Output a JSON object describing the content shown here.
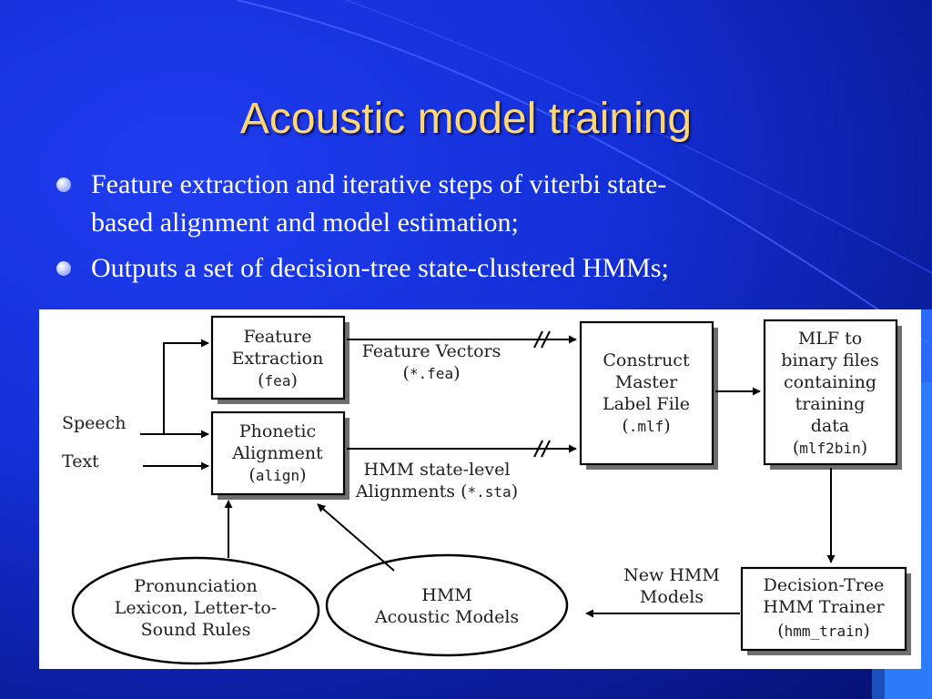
{
  "slide": {
    "title": "Acoustic model training",
    "bullets": [
      {
        "line1": "Feature extraction and iterative steps of viterbi state-",
        "line2": "based alignment and model estimation;"
      },
      {
        "line1": "Outputs a set of  decision-tree state-clustered HMMs;"
      }
    ],
    "colors": {
      "title": "#ffd773",
      "background": "#1430d8",
      "bullet_text": "#ffffff"
    }
  },
  "diagram": {
    "inputs": {
      "speech": "Speech",
      "text": "Text"
    },
    "feature_extraction": {
      "line1": "Feature",
      "line2": "Extraction",
      "open": "(",
      "code": "fea",
      "close": ")"
    },
    "phonetic_alignment": {
      "line1": "Phonetic",
      "line2": "Alignment",
      "open": "(",
      "code": "align",
      "close": ")"
    },
    "feature_vectors": {
      "line1": "Feature Vectors",
      "open": "(",
      "code": "*.fea",
      "close": ")"
    },
    "state_alignments": {
      "line1": "HMM state-level",
      "line2": "Alignments ",
      "open": "(",
      "code": "*.sta",
      "close": ")"
    },
    "master_label": {
      "line1": "Construct",
      "line2": "Master",
      "line3": "Label File",
      "open": "(",
      "code": ".mlf",
      "close": ")"
    },
    "mlf_to_binary": {
      "line1": "MLF to",
      "line2": "binary files",
      "line3": "containing",
      "line4": "training",
      "line5": "data",
      "open": "(",
      "code": "mlf2bin",
      "close": ")"
    },
    "trainer": {
      "line1": "Decision-Tree",
      "line2": "HMM Trainer",
      "open": "(",
      "code": "hmm_train",
      "close": ")"
    },
    "new_models": {
      "line1": "New HMM",
      "line2": "Models"
    },
    "acoustic_models": {
      "line1": "HMM",
      "line2": "Acoustic Models"
    },
    "lexicon": {
      "line1": "Pronunciation",
      "line2": "Lexicon, Letter-to-",
      "line3": "Sound Rules"
    }
  }
}
